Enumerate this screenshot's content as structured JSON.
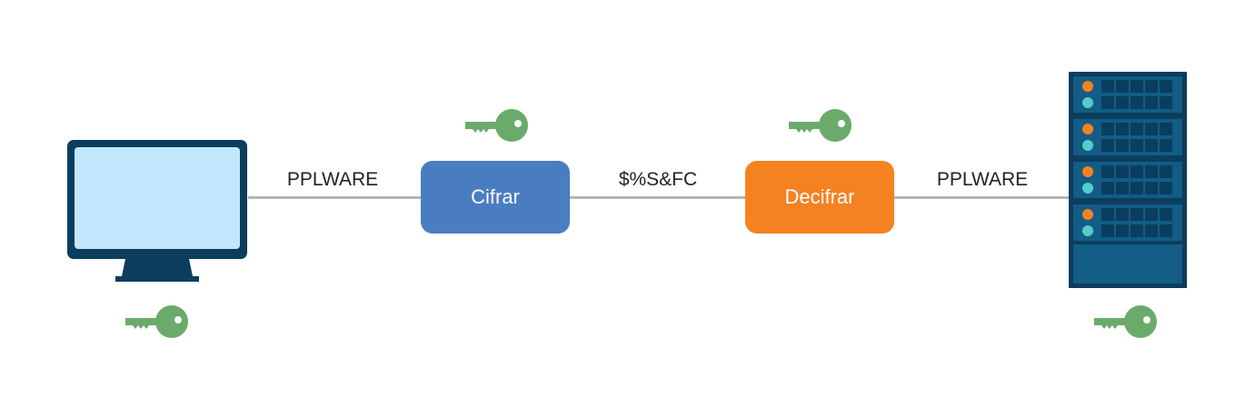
{
  "colors": {
    "connector": "#b5b5b5",
    "cipher_box": "#4a7dc0",
    "decipher_box": "#f58220",
    "key": "#6aaa6a",
    "monitor_frame": "#0b3d5e",
    "monitor_screen": "#c2e6fb",
    "server_body": "#0b3d5e",
    "server_led_orange": "#f58220",
    "server_led_teal": "#55cccc"
  },
  "icons": {
    "client": "computer-monitor-icon",
    "server": "server-rack-icon",
    "key": "key-icon"
  },
  "flow": {
    "plaintext_left": "PPLWARE",
    "encrypt_label": "Cifrar",
    "ciphertext": "$%S&FC",
    "decrypt_label": "Decifrar",
    "plaintext_right": "PPLWARE"
  }
}
